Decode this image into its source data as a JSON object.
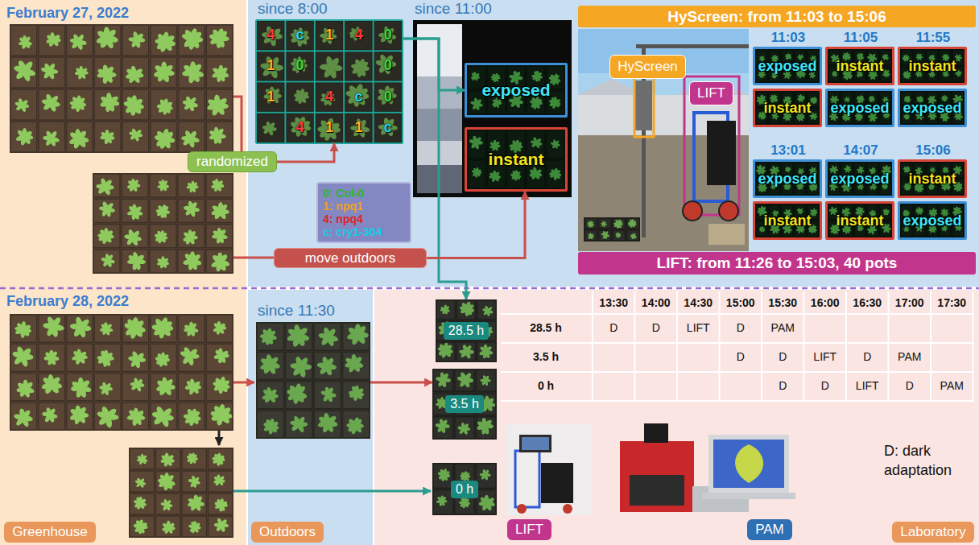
{
  "diagram": {
    "nodes": [
      {
        "text": [
          "randomized"
        ]
      },
      {
        "text": [
          "since 8:00"
        ]
      },
      {
        "text": [
          "since 11:00"
        ]
      },
      {
        "text": [
          "exposed"
        ],
        "in": 2
      },
      {
        "text": [
          "instant"
        ],
        "in": 2
      },
      {
        "text": [
          "HyScreen: from 11:03 to 15:06"
        ]
      },
      {
        "text": [
          "HyScreen"
        ]
      },
      {
        "text": [
          "LIFT"
        ]
      },
      {
        "text": [
          "exposed"
        ]
      },
      {
        "text": [
          "instant"
        ]
      },
      {
        "text": [
          "instant"
        ]
      },
      {
        "text": [
          "instant"
        ]
      },
      {
        "text": [
          "exposed"
        ]
      },
      {
        "text": [
          "exposed"
        ]
      },
      {
        "text": [
          "exposed"
        ]
      },
      {
        "text": [
          "exposed"
        ]
      },
      {
        "text": [
          "instant"
        ]
      },
      {
        "text": [
          "instant"
        ]
      },
      {
        "text": [
          "instant"
        ]
      },
      {
        "text": [
          "exposed"
        ]
      },
      {
        "text": [
          "move outdoors"
        ]
      },
      {
        "text": [
          "LIFT: from 11:26 to 15:03, 40 pots"
        ]
      },
      {
        "text": [
          "since 11:30"
        ]
      },
      {
        "text": [
          "28.5 h"
        ]
      },
      {
        "text": [
          "3.5 h"
        ]
      },
      {
        "text": [
          "0 h"
        ]
      },
      {
        "text": [
          "LIFT"
        ]
      },
      {
        "text": [
          "PAM"
        ]
      },
      {
        "text": [
          "Greenhouse"
        ]
      },
      {
        "text": [
          "Outdoors"
        ]
      },
      {
        "text": [
          "Laboratory"
        ]
      }
    ],
    "edges": [
      {
        "from": 0,
        "to": 1,
        "arrow": "to"
      },
      {
        "from": 1,
        "to": 3,
        "arrow": "to"
      },
      {
        "from": 1,
        "to": 23,
        "arrow": "to"
      },
      {
        "from": 20,
        "to": 4,
        "arrow": "to"
      },
      {
        "from": 22,
        "to": 24,
        "arrow": "to"
      }
    ],
    "labels": [
      "February 27, 2022",
      "February 28, 2022",
      "4",
      "c",
      "1",
      "4",
      "0",
      "1",
      "0",
      "0",
      "1",
      "4",
      "c",
      "0",
      "4",
      "1",
      "1",
      "c",
      "11:03",
      "11:05",
      "11:55",
      "13:01",
      "14:07",
      "15:06",
      "13:30",
      "14:00",
      "14:30",
      "15:00",
      "15:30",
      "16:00",
      "16:30",
      "17:00",
      "17:30",
      "28.5 h",
      "D",
      "D",
      "LIFT",
      "D",
      "PAM",
      "3.5 h",
      "D",
      "D",
      "LIFT",
      "D",
      "PAM",
      "0 h",
      "D",
      "D",
      "LIFT",
      "D",
      "PAM",
      "D: dark adaptation"
    ],
    "legend": [
      {
        "text": "0: Col-0",
        "color": "#2db82d"
      },
      {
        "text": "1: npq1",
        "color": "#f0a01e"
      },
      {
        "text": "4: npq4",
        "color": "#e02424"
      },
      {
        "text": "c: cry1-304",
        "color": "#17cde6"
      }
    ]
  }
}
